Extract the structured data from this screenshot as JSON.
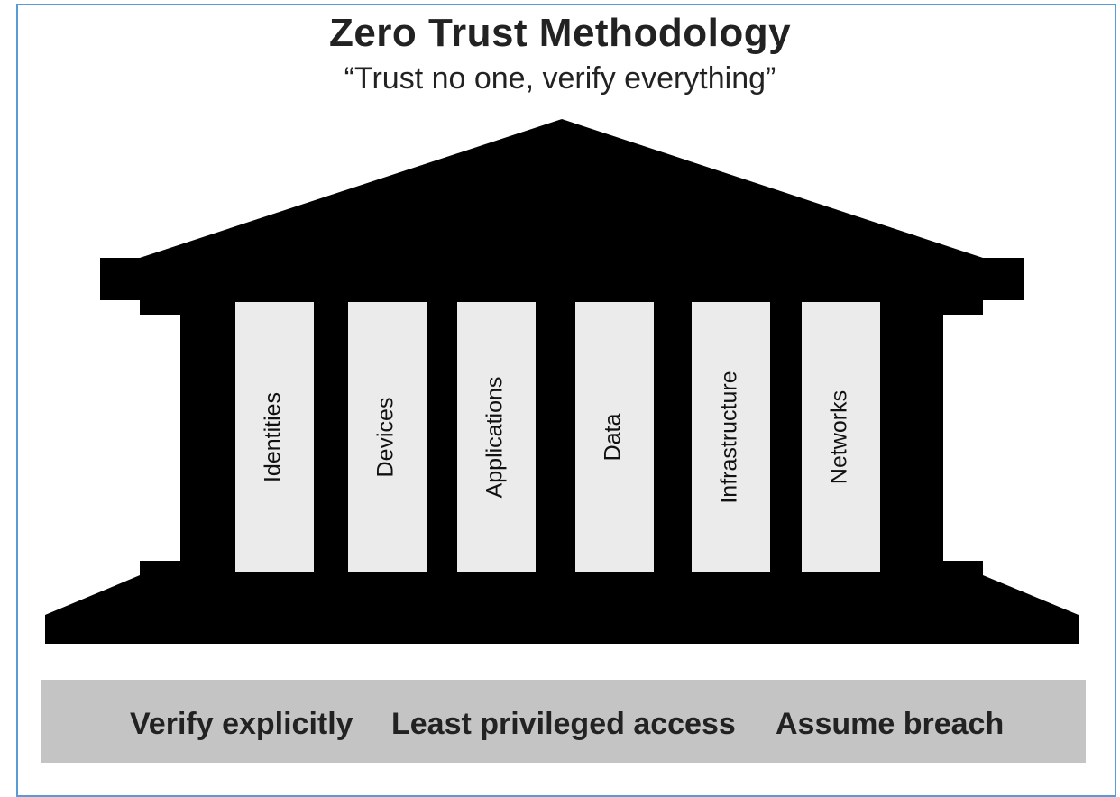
{
  "title": "Zero Trust Methodology",
  "subtitle": "“Trust no one, verify everything”",
  "pillars": [
    {
      "label": "Identities"
    },
    {
      "label": "Devices"
    },
    {
      "label": "Applications"
    },
    {
      "label": "Data"
    },
    {
      "label": "Infrastructure"
    },
    {
      "label": "Networks"
    }
  ],
  "principles": [
    {
      "label": "Verify explicitly"
    },
    {
      "label": "Least privileged access"
    },
    {
      "label": "Assume breach"
    }
  ],
  "colors": {
    "structure": "#000000",
    "pillar_fill": "#ebebeb",
    "principles_band": "#c4c4c4",
    "frame_border": "#5b9bd5"
  }
}
